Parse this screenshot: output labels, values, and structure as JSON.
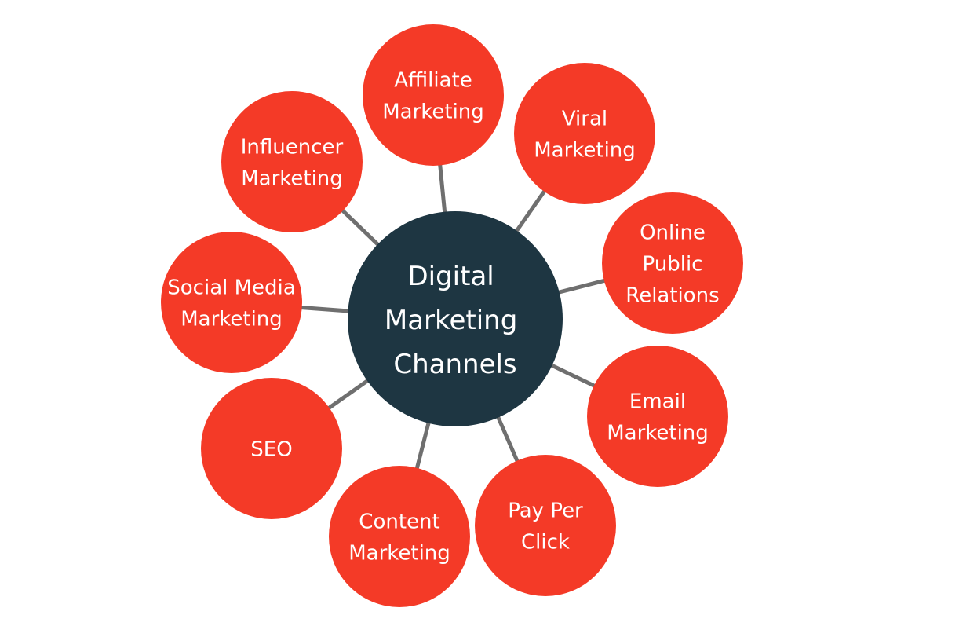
{
  "colors": {
    "background": "#ffffff",
    "center_fill": "#1e3642",
    "node_fill": "#f43a27",
    "connector": "#6f6f6f",
    "text": "#ffffff"
  },
  "center": {
    "lines": [
      "Digital",
      "Marketing",
      "Channels"
    ]
  },
  "nodes": [
    {
      "id": "affiliate-marketing",
      "lines": [
        "Affiliate",
        "Marketing"
      ]
    },
    {
      "id": "viral-marketing",
      "lines": [
        "Viral",
        "Marketing"
      ]
    },
    {
      "id": "online-public-relations",
      "lines": [
        "Online",
        "Public",
        "Relations"
      ]
    },
    {
      "id": "email-marketing",
      "lines": [
        "Email",
        "Marketing"
      ]
    },
    {
      "id": "pay-per-click",
      "lines": [
        "Pay Per",
        "Click"
      ]
    },
    {
      "id": "content-marketing",
      "lines": [
        "Content",
        "Marketing"
      ]
    },
    {
      "id": "seo",
      "lines": [
        "SEO"
      ]
    },
    {
      "id": "social-media-marketing",
      "lines": [
        "Social Media",
        "Marketing"
      ]
    },
    {
      "id": "influencer-marketing",
      "lines": [
        "Influencer",
        "Marketing"
      ]
    }
  ]
}
